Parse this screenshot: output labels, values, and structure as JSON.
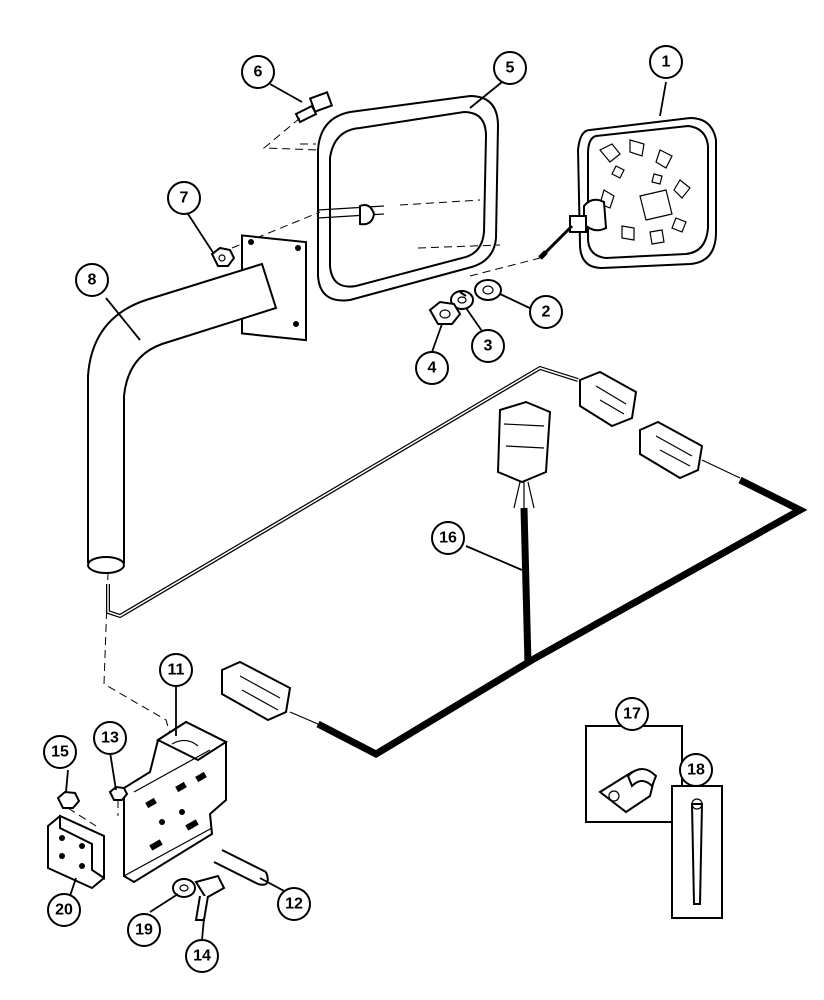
{
  "diagram": {
    "callouts": [
      {
        "id": "1",
        "label": "1"
      },
      {
        "id": "2",
        "label": "2"
      },
      {
        "id": "3",
        "label": "3"
      },
      {
        "id": "4",
        "label": "4"
      },
      {
        "id": "5",
        "label": "5"
      },
      {
        "id": "6",
        "label": "6"
      },
      {
        "id": "7",
        "label": "7"
      },
      {
        "id": "8",
        "label": "8"
      },
      {
        "id": "11",
        "label": "11"
      },
      {
        "id": "12",
        "label": "12"
      },
      {
        "id": "13",
        "label": "13"
      },
      {
        "id": "14",
        "label": "14"
      },
      {
        "id": "15",
        "label": "15"
      },
      {
        "id": "16",
        "label": "16"
      },
      {
        "id": "17",
        "label": "17"
      },
      {
        "id": "18",
        "label": "18"
      },
      {
        "id": "19",
        "label": "19"
      },
      {
        "id": "20",
        "label": "20"
      }
    ]
  }
}
